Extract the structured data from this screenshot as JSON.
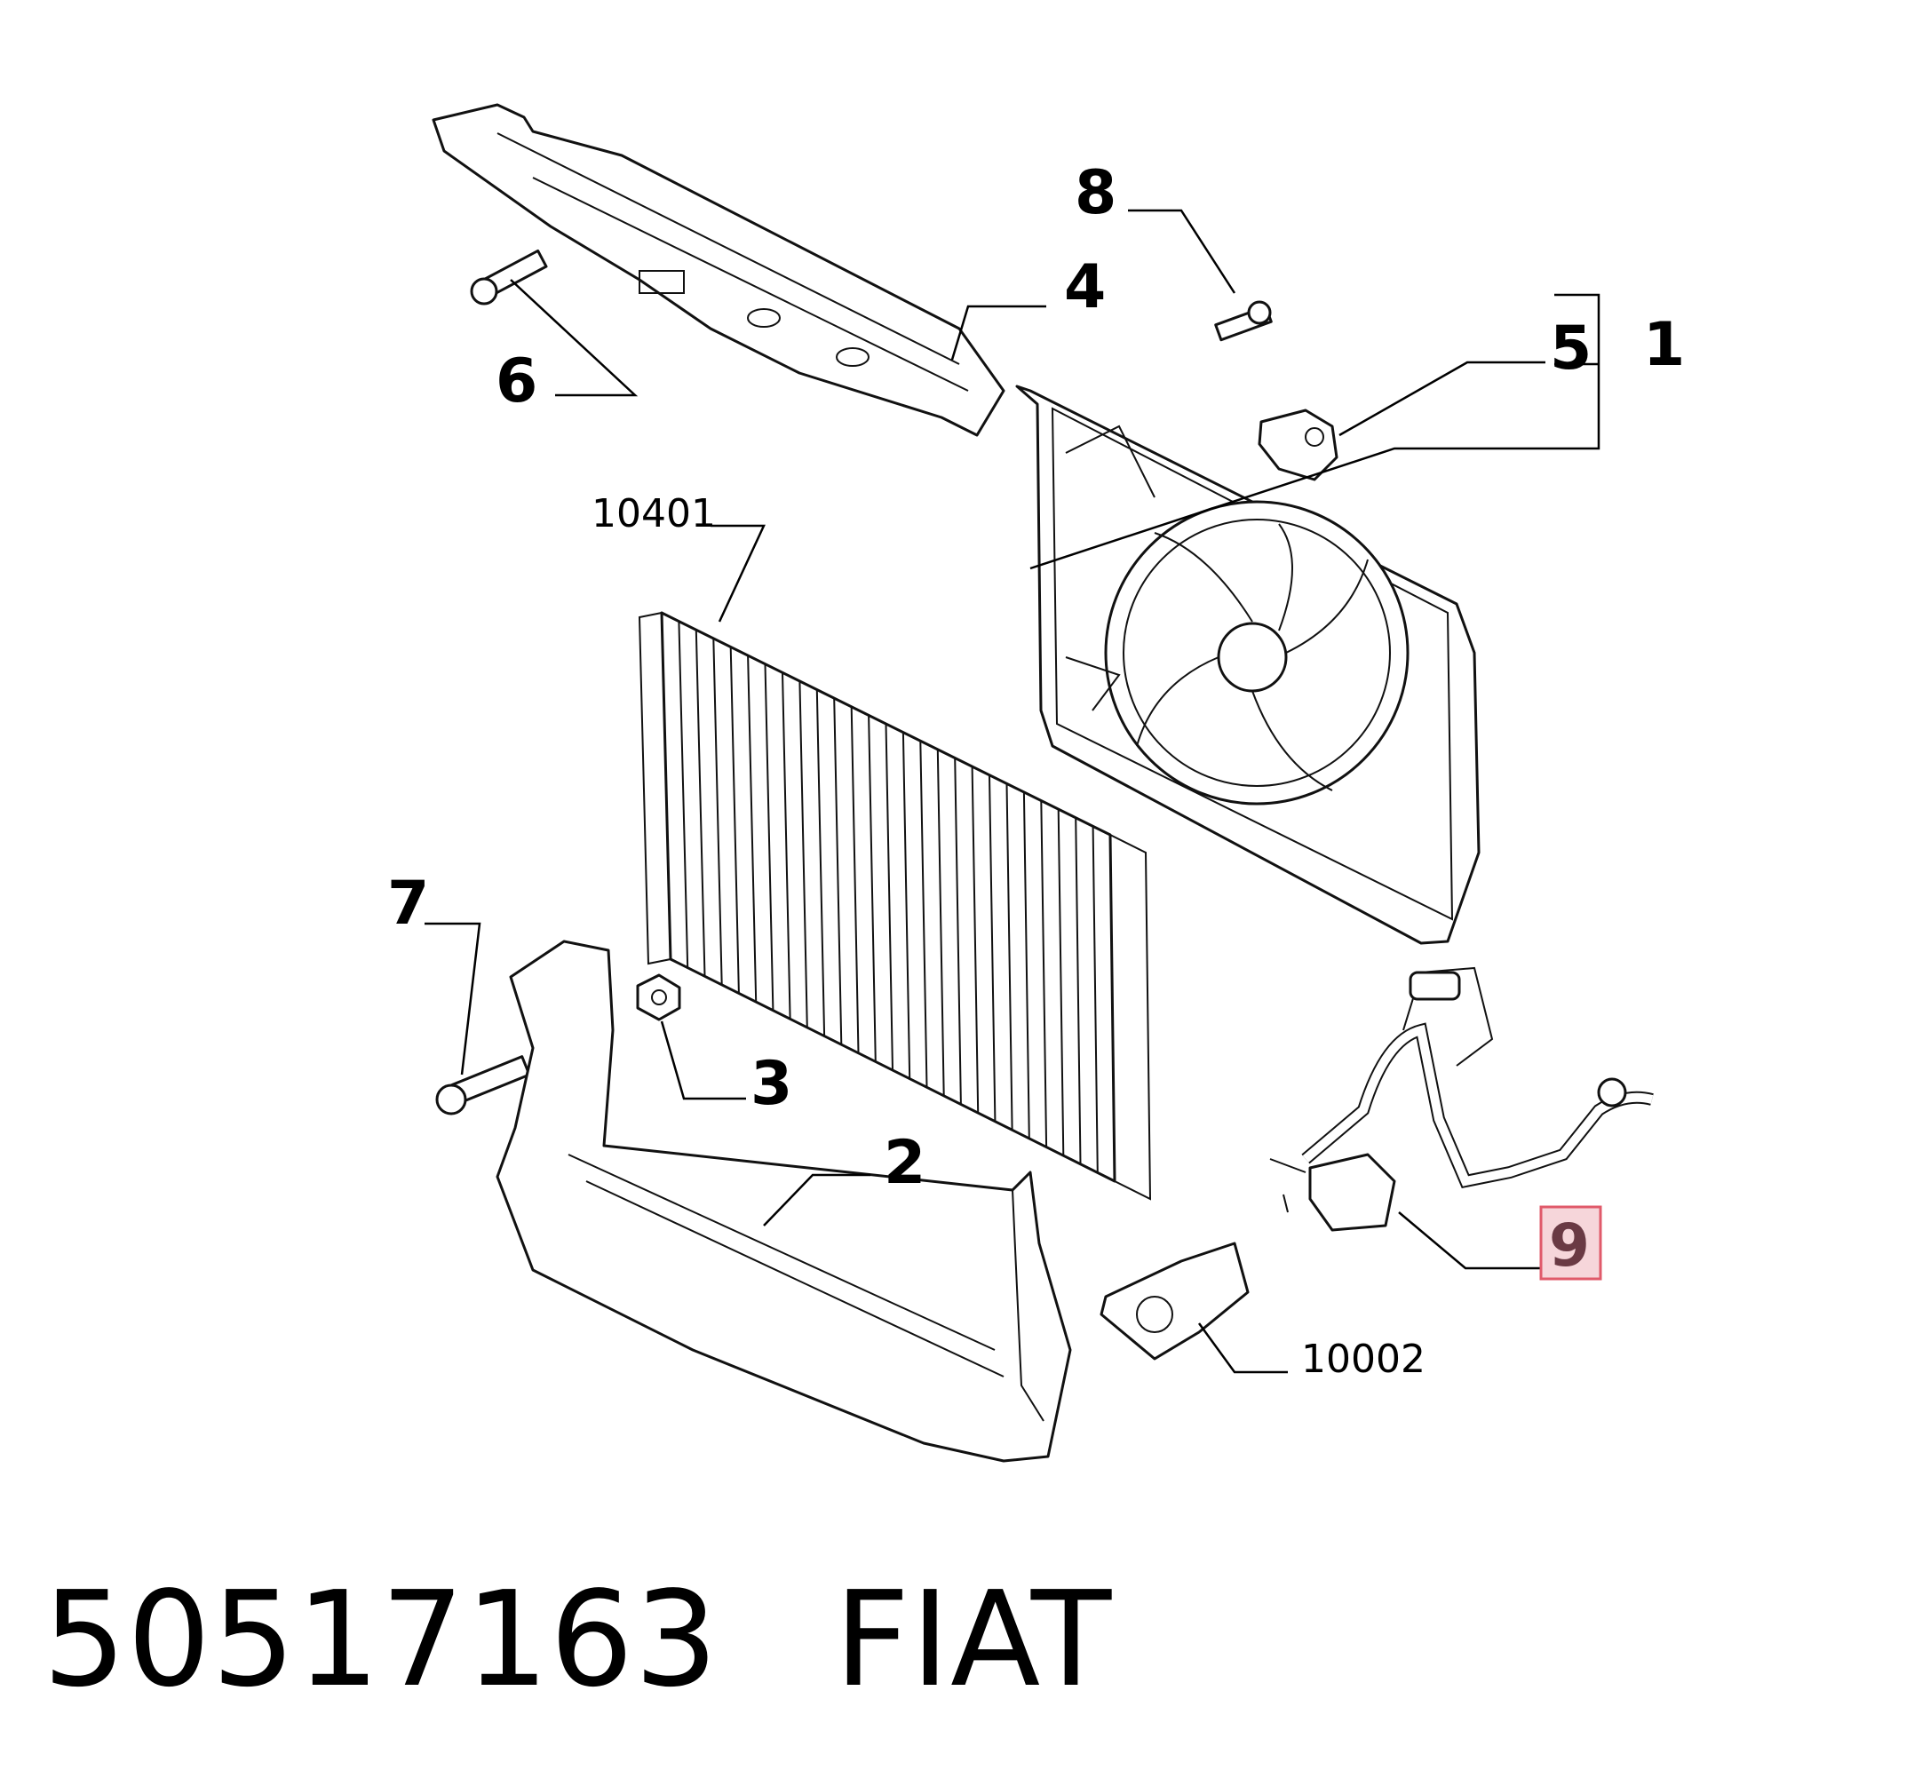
{
  "callouts": {
    "c1": "1",
    "c2": "2",
    "c3": "3",
    "c4": "4",
    "c5": "5",
    "c6": "6",
    "c7": "7",
    "c8": "8",
    "c9": "9"
  },
  "references": {
    "r10401": "10401",
    "r10002": "10002"
  },
  "highlight": {
    "color": "#e05a6a",
    "fill": "#f6d6da",
    "text_color": "#6a3a44"
  },
  "footer": {
    "part_number": "50517163",
    "brand": "FIAT"
  }
}
